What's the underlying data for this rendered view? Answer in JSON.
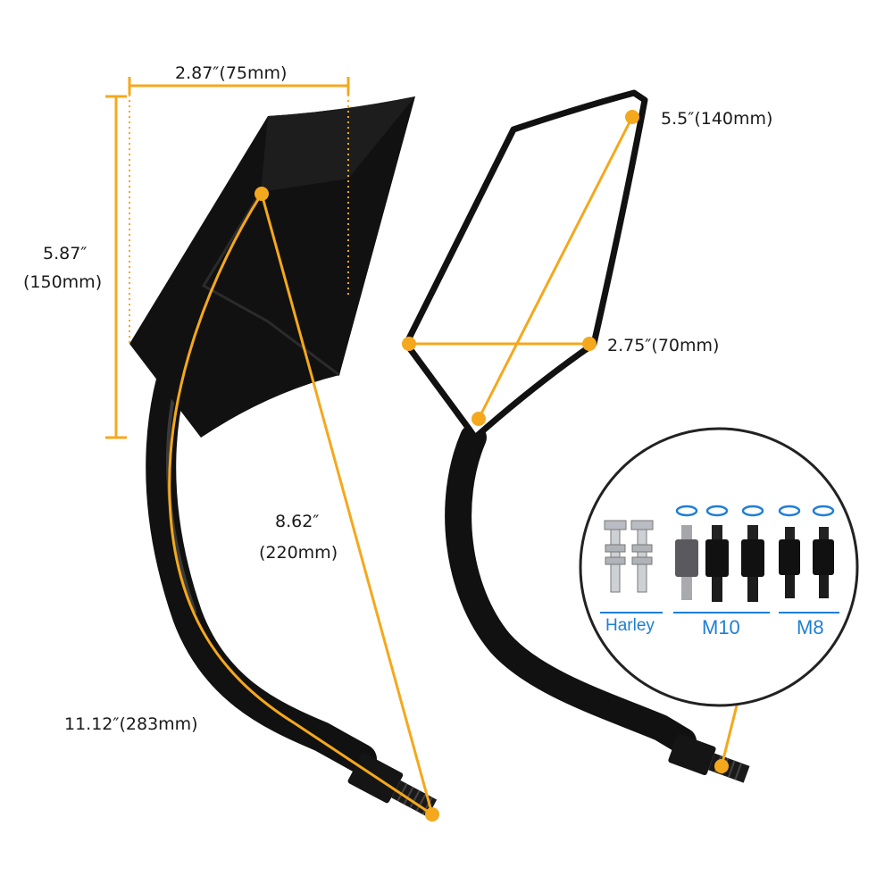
{
  "colors": {
    "accent": "#f4a81d",
    "mirror": "#111111",
    "label_blue": "#1e7fd6"
  },
  "dimensions": {
    "width_top": "2.87″(75mm)",
    "height_left_1": "5.87″",
    "height_left_2": "(150mm)",
    "diagonal_head": "5.5″(140mm)",
    "width_head": "2.75″(70mm)",
    "diagonal_1": "8.62″",
    "diagonal_2": "(220mm)",
    "total_length": "11.12″(283mm)"
  },
  "adapter_inset": {
    "groups": [
      {
        "label": "Harley"
      },
      {
        "label": "M10"
      },
      {
        "label": "M8"
      }
    ]
  }
}
